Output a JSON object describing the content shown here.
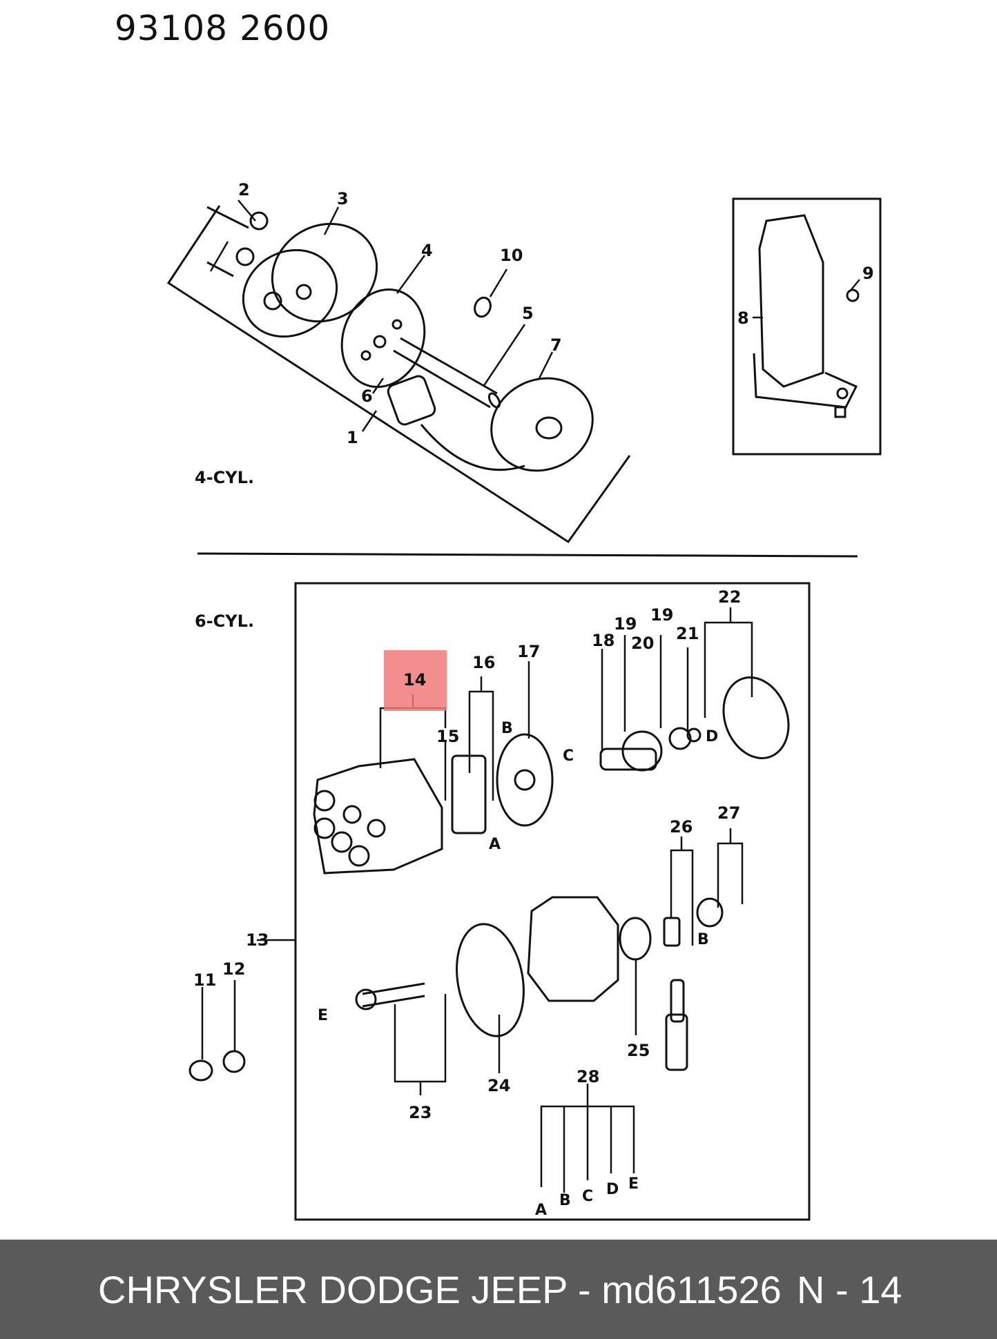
{
  "header": {
    "catalog_code": "93108  2600"
  },
  "sections": {
    "four_cyl_label": "4-CYL.",
    "six_cyl_label": "6-CYL."
  },
  "highlight": {
    "part": "14",
    "color": "#f07a7a"
  },
  "callouts": [
    "1",
    "2",
    "3",
    "4",
    "5",
    "6",
    "7",
    "8",
    "9",
    "10",
    "11",
    "12",
    "13",
    "14",
    "15",
    "16",
    "17",
    "18",
    "19",
    "19",
    "20",
    "21",
    "22",
    "23",
    "24",
    "25",
    "26",
    "27",
    "28"
  ],
  "letters": {
    "a1": "A",
    "b1": "B",
    "c1": "C",
    "d1": "D",
    "e1": "E",
    "b2": "B",
    "a2": "A",
    "b3": "B",
    "c2": "C",
    "d2": "D",
    "e2": "E"
  },
  "footer": {
    "text": "CHRYSLER DODGE JEEP - md611526",
    "page": "N - 14",
    "background": "#5a5a5a"
  }
}
